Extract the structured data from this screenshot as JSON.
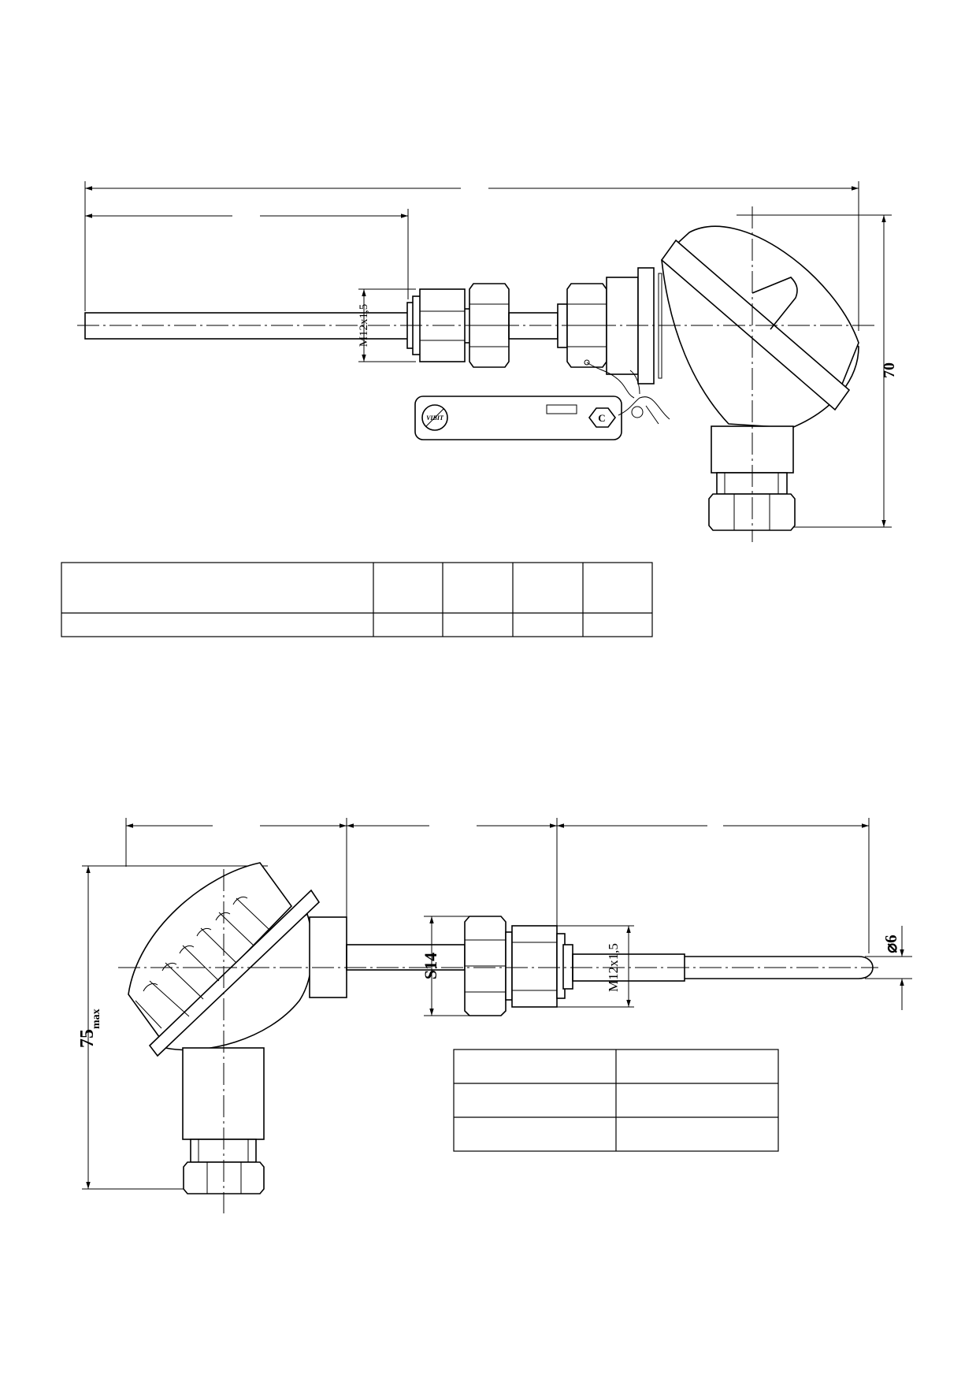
{
  "drawing_1": {
    "dims": {
      "height": "70",
      "thread": "M12x1,5"
    },
    "nameplate": {
      "logo": "VIBIT",
      "mark": "C"
    },
    "table": {
      "columns": 5,
      "rows": 2
    }
  },
  "drawing_2": {
    "dims": {
      "height_value": "75",
      "height_sub": "max",
      "wrench": "S14",
      "thread": "M12x1,5",
      "diameter": "⌀6"
    },
    "table": {
      "columns": 2,
      "rows": 3
    }
  }
}
